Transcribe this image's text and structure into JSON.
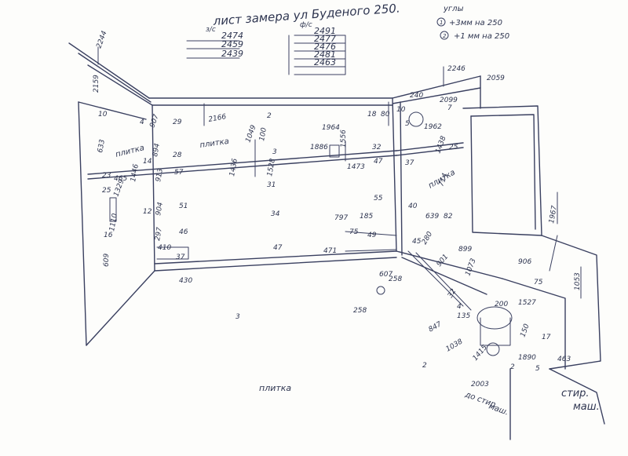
{
  "header": {
    "title": "лист замера ул Буденого 250.",
    "corners_title": "углы",
    "corner_notes": [
      {
        "num": "1",
        "text": "+3мм на 250"
      },
      {
        "num": "2",
        "text": "+1 мм на 250"
      }
    ],
    "left_col": {
      "label": "з/с",
      "values": [
        "2474",
        "2459",
        "2439"
      ]
    },
    "right_col": {
      "label": "ф/с",
      "values": [
        "2491",
        "2477",
        "2476",
        "2481",
        "2463"
      ]
    }
  },
  "notes": {
    "floor_tile": "плитка",
    "wall_tile_left": "плитка",
    "wall_tile_back": "плитка",
    "wall_tile_right": "плитка",
    "washer_label_1": "стир.",
    "washer_label_2": "маш.",
    "to_washer_1": "до стир.",
    "to_washer_2": "маш."
  },
  "dims": [
    {
      "t": "2244"
    },
    {
      "t": "2159"
    },
    {
      "t": "10"
    },
    {
      "t": "4"
    },
    {
      "t": "633"
    },
    {
      "t": "14"
    },
    {
      "t": "23"
    },
    {
      "t": "465"
    },
    {
      "t": "25"
    },
    {
      "t": "1446"
    },
    {
      "t": "1329"
    },
    {
      "t": "12"
    },
    {
      "t": "1110"
    },
    {
      "t": "16"
    },
    {
      "t": "609"
    },
    {
      "t": "907"
    },
    {
      "t": "29"
    },
    {
      "t": "894"
    },
    {
      "t": "28"
    },
    {
      "t": "913"
    },
    {
      "t": "904"
    },
    {
      "t": "57"
    },
    {
      "t": "51"
    },
    {
      "t": "297"
    },
    {
      "t": "46"
    },
    {
      "t": "410"
    },
    {
      "t": "37"
    },
    {
      "t": "430"
    },
    {
      "t": "2166"
    },
    {
      "t": "2"
    },
    {
      "t": "1049"
    },
    {
      "t": "100"
    },
    {
      "t": "3"
    },
    {
      "t": "1436"
    },
    {
      "t": "1528"
    },
    {
      "t": "31"
    },
    {
      "t": "34"
    },
    {
      "t": "47"
    },
    {
      "t": "1964"
    },
    {
      "t": "1886"
    },
    {
      "t": "1556"
    },
    {
      "t": "1473"
    },
    {
      "t": "32"
    },
    {
      "t": "47"
    },
    {
      "t": "18"
    },
    {
      "t": "80"
    },
    {
      "t": "55"
    },
    {
      "t": "797"
    },
    {
      "t": "185"
    },
    {
      "t": "75"
    },
    {
      "t": "49"
    },
    {
      "t": "471"
    },
    {
      "t": "258"
    },
    {
      "t": "607"
    },
    {
      "t": "258"
    },
    {
      "t": "3"
    },
    {
      "t": "2"
    },
    {
      "t": "2246"
    },
    {
      "t": "2059"
    },
    {
      "t": "240"
    },
    {
      "t": "2099"
    },
    {
      "t": "1962"
    },
    {
      "t": "5"
    },
    {
      "t": "7"
    },
    {
      "t": "10"
    },
    {
      "t": "37"
    },
    {
      "t": "1438"
    },
    {
      "t": "25"
    },
    {
      "t": "714"
    },
    {
      "t": "1967"
    },
    {
      "t": "40"
    },
    {
      "t": "639"
    },
    {
      "t": "82"
    },
    {
      "t": "45"
    },
    {
      "t": "280"
    },
    {
      "t": "899"
    },
    {
      "t": "901"
    },
    {
      "t": "906"
    },
    {
      "t": "75"
    },
    {
      "t": "1073"
    },
    {
      "t": "32"
    },
    {
      "t": "1527"
    },
    {
      "t": "1053"
    },
    {
      "t": "200"
    },
    {
      "t": "4"
    },
    {
      "t": "135"
    },
    {
      "t": "847"
    },
    {
      "t": "1038"
    },
    {
      "t": "1415"
    },
    {
      "t": "150"
    },
    {
      "t": "17"
    },
    {
      "t": "1890"
    },
    {
      "t": "463"
    },
    {
      "t": "2"
    },
    {
      "t": "5"
    },
    {
      "t": "2003"
    }
  ]
}
